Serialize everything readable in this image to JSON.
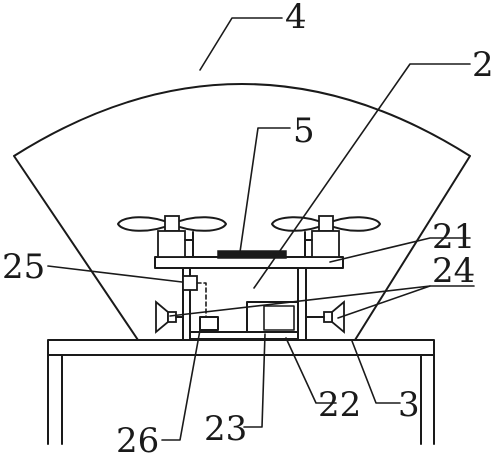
{
  "labels": {
    "l4": "4",
    "l2": "2",
    "l5": "5",
    "l21": "21",
    "l25": "25",
    "l24": "24",
    "l3": "3",
    "l22": "22",
    "l23": "23",
    "l26": "26"
  }
}
